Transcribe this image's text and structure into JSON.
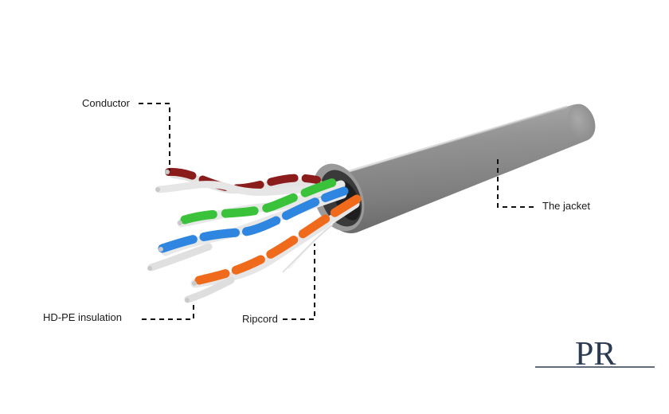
{
  "labels": {
    "conductor": "Conductor",
    "jacket": "The jacket",
    "insulation": "HD-PE insulation",
    "ripcord": "Ripcord"
  },
  "logo": {
    "text": "PR"
  },
  "colors": {
    "jacket": "#8d8d8d",
    "pair_brown": "#8b1c1c",
    "pair_green": "#39c23a",
    "pair_blue": "#2f86e0",
    "pair_orange": "#f06a1c",
    "pair_white": "#dcdcdc",
    "leader_line": "#111111"
  }
}
